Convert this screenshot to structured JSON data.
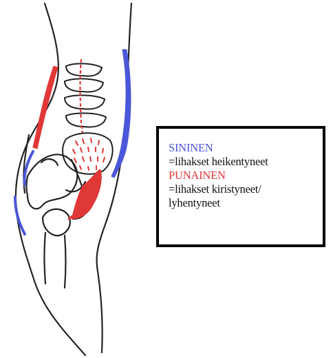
{
  "colors": {
    "blue": "#4b57d8",
    "red": "#e03737",
    "line": "#222222"
  },
  "legend": {
    "blue_label": "SININEN",
    "blue_description": "=lihakset heikentyneet",
    "red_label": "PUNAINEN",
    "red_description_line1": "=lihakset kiristyneet/",
    "red_description_line2": "lyhentyneet"
  }
}
